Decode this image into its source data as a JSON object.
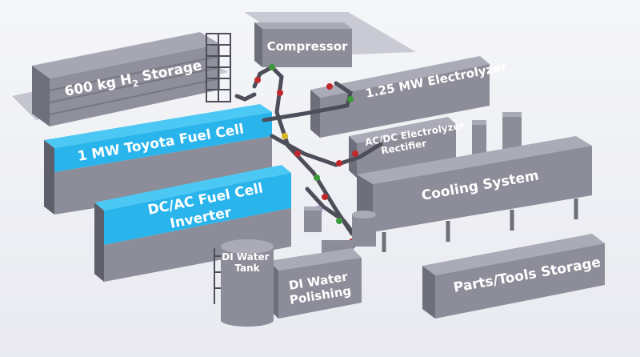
{
  "labels": {
    "storage": "600 kg H",
    "storage_sub": "2",
    "storage_tail": " Storage",
    "compressor": "Compressor",
    "electrolyzer": "1.25 MW Electrolyzer",
    "fuel_cell": "1 MW Toyota Fuel Cell",
    "rectifier_line1": "AC/DC Electrolyzer",
    "rectifier_line2": "Rectifier",
    "cooling": "Cooling System",
    "inverter_line1": "DC/AC Fuel Cell",
    "inverter_line2": "Inverter",
    "di_tank_line1": "DI Water",
    "di_tank_line2": "Tank",
    "parts": "Parts/Tools Storage",
    "di_polish_line1": "DI Water",
    "di_polish_line2": "Polishing"
  },
  "colors": {
    "background": "#f3f4f7",
    "block_top": "#aaabb6",
    "block_front": "#8c8d98",
    "block_side": "#6e6f7a",
    "highlight_front": "#2ab4ec",
    "highlight_top": "#4cc8f5",
    "pipe": "#4d4e59",
    "valve_red": "#c0282c",
    "valve_green": "#3a9a3a",
    "valve_yellow": "#d4b820"
  }
}
